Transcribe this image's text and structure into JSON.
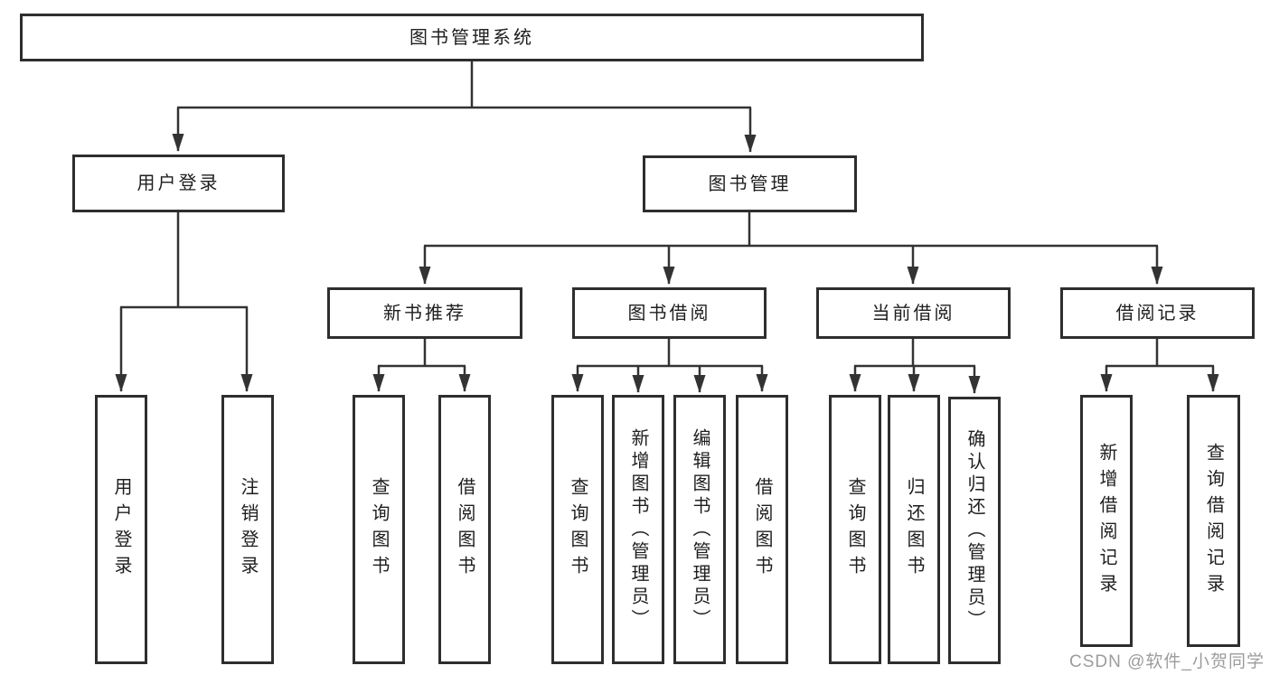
{
  "tree": {
    "label": "图书管理系统",
    "children": [
      {
        "label": "用户登录",
        "children": [
          {
            "label": "用户登录"
          },
          {
            "label": "注销登录"
          }
        ]
      },
      {
        "label": "图书管理",
        "children": [
          {
            "label": "新书推荐",
            "children": [
              {
                "label": "查询图书"
              },
              {
                "label": "借阅图书"
              }
            ]
          },
          {
            "label": "图书借阅",
            "children": [
              {
                "label": "查询图书"
              },
              {
                "label": "新增图书（管理员）"
              },
              {
                "label": "编辑图书（管理员）"
              },
              {
                "label": "借阅图书"
              }
            ]
          },
          {
            "label": "当前借阅",
            "children": [
              {
                "label": "查询图书"
              },
              {
                "label": "归还图书"
              },
              {
                "label": "确认归还（管理员）"
              }
            ]
          },
          {
            "label": "借阅记录",
            "children": [
              {
                "label": "新增借阅记录"
              },
              {
                "label": "查询借阅记录"
              }
            ]
          }
        ]
      }
    ]
  },
  "watermark": {
    "text": "CSDN @软件_小贺同学"
  },
  "colors": {
    "line": "#333333",
    "box_border": "#2e2e2e",
    "box_background": "#ffffff",
    "text": "#1e1e1e",
    "watermark": "#9c9c9c"
  }
}
